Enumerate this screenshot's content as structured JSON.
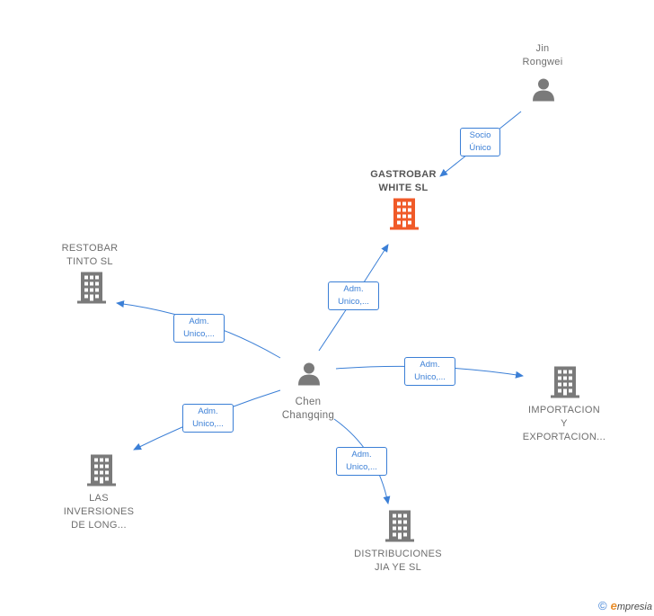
{
  "colors": {
    "edge": "#3b7fd6",
    "node_gray": "#7a7a7a",
    "node_main": "#f05a28"
  },
  "nodes": {
    "jin": {
      "line1": "Jin",
      "line2": "Rongwei",
      "icon": "person-icon"
    },
    "gastrobar": {
      "line1": "GASTROBAR",
      "line2": "WHITE  SL",
      "icon": "building-icon"
    },
    "restobar": {
      "line1": "RESTOBAR",
      "line2": "TINTO  SL",
      "icon": "building-icon"
    },
    "chen": {
      "line1": "Chen",
      "line2": "Changqing",
      "icon": "person-icon"
    },
    "importacion": {
      "line1": "IMPORTACION",
      "line2": "Y",
      "line3": "EXPORTACION...",
      "icon": "building-icon"
    },
    "inversiones": {
      "line1": "LAS",
      "line2": "INVERSIONES",
      "line3": "DE LONG...",
      "icon": "building-icon"
    },
    "distribuciones": {
      "line1": "DISTRIBUCIONES",
      "line2": "JIA YE  SL",
      "icon": "building-icon"
    }
  },
  "edges": {
    "socio": {
      "line1": "Socio",
      "line2": "Único"
    },
    "gastrobar": {
      "line1": "Adm.",
      "line2": "Unico,..."
    },
    "restobar": {
      "line1": "Adm.",
      "line2": "Unico,..."
    },
    "importacion": {
      "line1": "Adm.",
      "line2": "Unico,..."
    },
    "inversiones": {
      "line1": "Adm.",
      "line2": "Unico,..."
    },
    "distribuciones": {
      "line1": "Adm.",
      "line2": "Unico,..."
    }
  },
  "footer": {
    "copyright": "©",
    "brand_initial": "e",
    "brand_rest": "mpresia"
  }
}
